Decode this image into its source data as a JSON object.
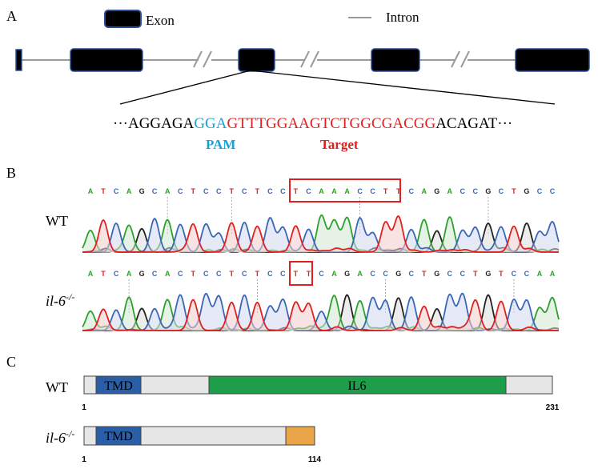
{
  "panel_a": {
    "letter": "A",
    "legend": {
      "exon_label": "Exon",
      "intron_label": "Intron"
    },
    "sequence": {
      "dots_left": "···",
      "flank_left": "AGGAGA",
      "pam": "GGA",
      "target": "GTTTGGAAGTCTGGCGACGG",
      "flank_right": "ACAGAT",
      "dots_right": "···"
    },
    "pam_label": "PAM",
    "target_label": "Target"
  },
  "panel_b": {
    "letter": "B",
    "wt_label": "WT",
    "ko_label_base": "il-6",
    "ko_label_sup": "-/-",
    "wt_bases": "ATCAGCACTCCTCTCCTCAAACCTTCAGACCGCTGCC",
    "ko_bases": "ATCAGCACTCCTCTCCTTCAGACCGCTGCCTGTCCAA"
  },
  "panel_c": {
    "letter": "C",
    "wt_label": "WT",
    "ko_label_base": "il-6",
    "ko_label_sup": "-/-",
    "tmd_label": "TMD",
    "il6_label": "IL6",
    "wt_start": "1",
    "wt_end": "231",
    "ko_start": "1",
    "ko_end": "114"
  },
  "colors": {
    "pam": "#1aa0d8",
    "target": "#e0201e",
    "exon": "#000000",
    "intron": "#9a9a9a",
    "tmd": "#2a5fa8",
    "il6": "#1e9e4a",
    "tail": "#e9a548",
    "box": "#e0201e",
    "A": "#2ca02c",
    "C": "#3a66b8",
    "G": "#222222",
    "T": "#e0201e"
  }
}
